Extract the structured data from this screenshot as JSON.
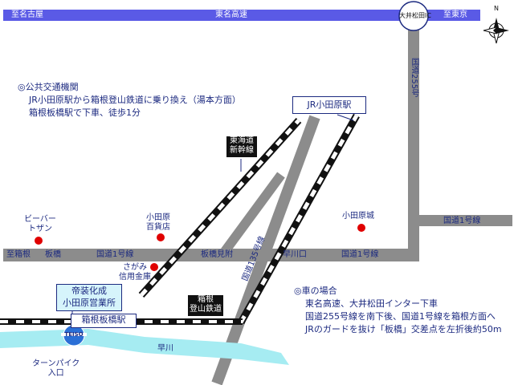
{
  "highway": {
    "west_label": "至名古屋",
    "name": "東名高速",
    "east_label": "至東京",
    "ic_label": "大井松田IC"
  },
  "compass": {
    "north_label": "N"
  },
  "roads": {
    "route255": "国道255号",
    "route1_east": "国道1号線",
    "route1_mid": "国道1号線",
    "route1_right": "国道1号線",
    "to_hakone": "至箱根",
    "route135": "国道135号線",
    "turnpike": "ターンパイク\n入口"
  },
  "places": {
    "beaver_tozan": "ビーバー\nトザン",
    "odawara_dept": "小田原\n百貨店",
    "odawara_castle": "小田原城",
    "sagami_bank": "さがみ\n信用金庫",
    "itabashi": "板橋",
    "itabashi_mitsuke": "板橋見附",
    "hayakawaguchi": "早川口",
    "hayakawa_river": "早川"
  },
  "stations": {
    "jr_odawara": "JR小田原駅",
    "hakone_itabashi": "箱根板橋駅",
    "shinkansen": "東海道\n新幹線",
    "hakone_railway": "箱根\n登山鉄道"
  },
  "company": {
    "name": "帝装化成\n小田原営業所",
    "logo_text": "TEISO"
  },
  "public_transport": {
    "heading": "◎公共交通機関",
    "line1": "JR小田原駅から箱根登山鉄道に乗り換え（湯本方面）",
    "line2": "箱根板橋駅で下車、徒歩1分"
  },
  "car": {
    "heading": "◎車の場合",
    "line1": "東名高速、大井松田インター下車",
    "line2": "国道255号線を南下後、国道1号線を箱根方面へ",
    "line3": "JRのガードを抜け「板橋」交差点を左折後約50m"
  },
  "colors": {
    "road": "#8c8c8c",
    "highway": "#5a5ae6",
    "river": "#a6ecf2",
    "text": "#1c2a80",
    "landmark": "#e00000",
    "rail": "#111111",
    "company_box": "#d6f4fb"
  }
}
